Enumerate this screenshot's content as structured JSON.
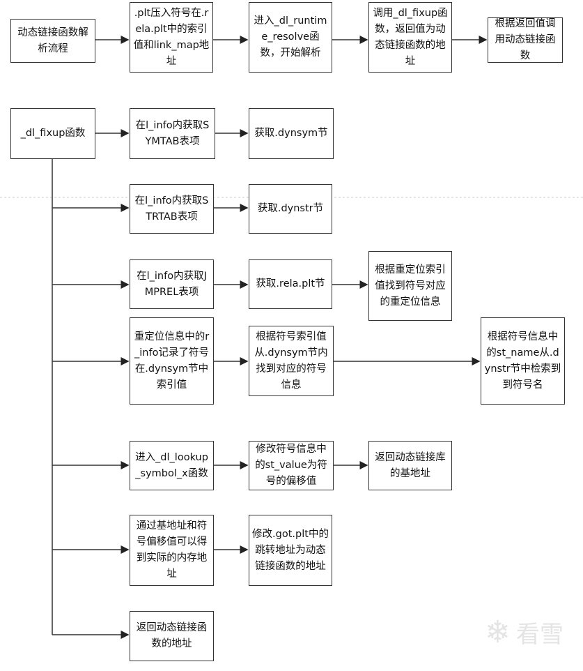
{
  "row1": [
    "动态链接函数解析流程",
    ".plt压入符号在.rela.plt中的索引值和link_map地址",
    "进入_dl_runtime_resolve函数，开始解析",
    "调用_dl_fixup函数，返回值为动态链接函数的地址",
    "根据返回值调用动态链接函数"
  ],
  "fixup": {
    "root": "_dl_fixup函数",
    "symtab": "在l_info内获取SYMTAB表项",
    "dynsym": "获取.dynsym节",
    "strtab": "在l_info内获取STRTAB表项",
    "dynstr": "获取.dynstr节",
    "jmprel": "在l_info内获取JMPREL表项",
    "relaplt": "获取.rela.plt节",
    "reloc_info": "根据重定位索引值找到符号对应的重定位信息",
    "r_info": "重定位信息中的r_info记录了符号在.dynsym节中索引值",
    "sym_info": "根据符号索引值从.dynsym节内找到对应的符号信息",
    "st_name": "根据符号信息中的st_name从.dynstr节中检索到到符号名",
    "lookup": "进入_dl_lookup_symbol_x函数",
    "st_value": "修改符号信息中的st_value为符号的偏移值",
    "base": "返回动态链接库的基地址",
    "real_addr": "通过基地址和符号偏移值可以得到实际的内存地址",
    "got": "修改.got.plt中的跳转地址为动态链接函数的地址",
    "ret": "返回动态链接函数的地址"
  },
  "watermark": "看雪"
}
